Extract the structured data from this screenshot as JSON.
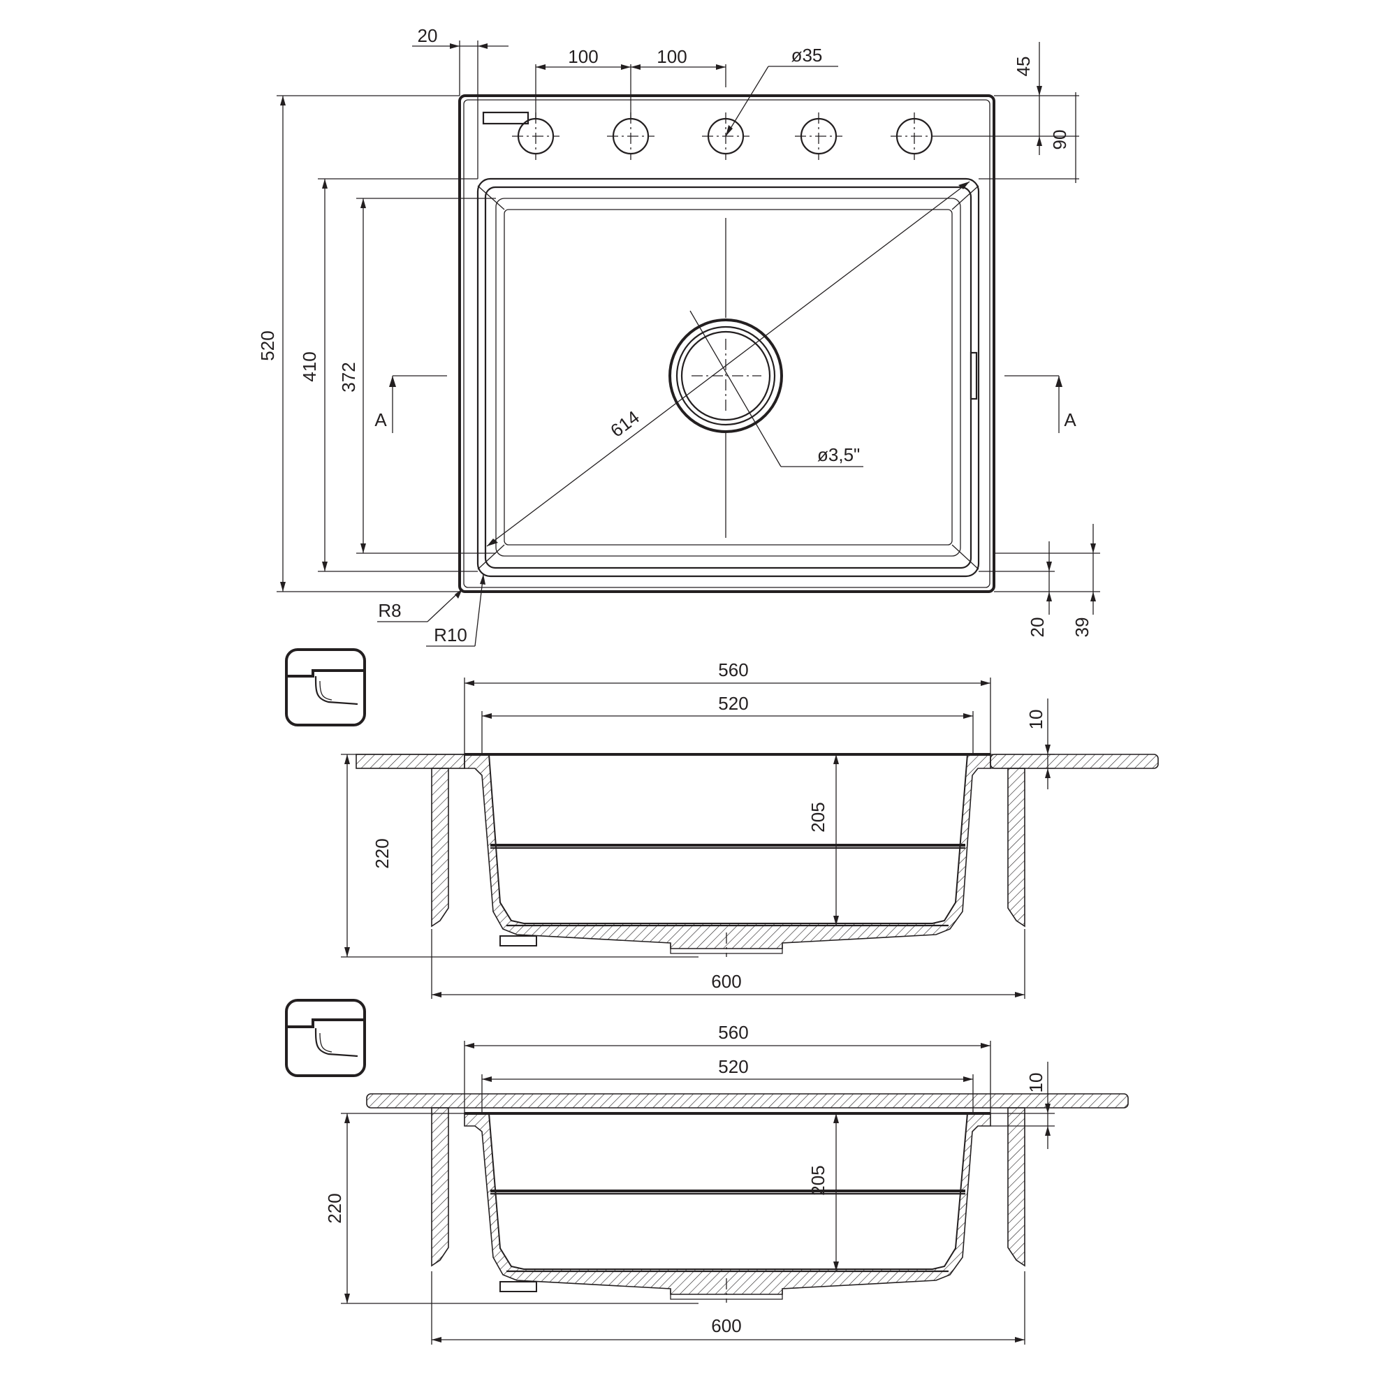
{
  "colors": {
    "line": "#231f20",
    "background": "#ffffff"
  },
  "top_view": {
    "dims": {
      "tap_offset": "20",
      "hole_spacing_1": "100",
      "hole_spacing_2": "100",
      "hole_diameter": "ø35",
      "hole_edge_offset": "45",
      "hole_row_depth": "90",
      "overall_depth": "520",
      "bowl_depth": "410",
      "bowl_inner_depth": "372",
      "diagonal": "614",
      "drain_diameter": "ø3,5\"",
      "corner_radius_outer": "R8",
      "corner_radius_inner": "R10",
      "front_rim": "20",
      "front_overall": "39"
    },
    "section_marker": "A"
  },
  "section_1": {
    "dims": {
      "width_outer": "560",
      "width_inner": "520",
      "rim_thickness": "10",
      "overall_height": "220",
      "bowl_height": "205",
      "cabinet_width": "600"
    }
  },
  "section_2": {
    "dims": {
      "width_outer": "560",
      "width_inner": "520",
      "rim_thickness": "10",
      "overall_height": "220",
      "bowl_height": "205",
      "cabinet_width": "600"
    }
  }
}
